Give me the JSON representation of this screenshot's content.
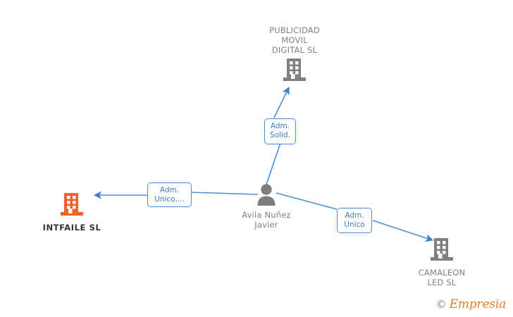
{
  "diagram": {
    "type": "relationship-graph",
    "background_color": "#ffffff",
    "accent_blue": "#4a90d9",
    "company_gray": "#808080",
    "company_orange": "#f4622a",
    "nodes": [
      {
        "id": "publicidad-movil-digital",
        "label": "PUBLICIDAD\nMOVIL\nDIGITAL SL",
        "kind": "company",
        "icon": "building-icon",
        "color": "#808080",
        "label_position": "top"
      },
      {
        "id": "intfaile",
        "label": "INTFAILE SL",
        "kind": "company",
        "icon": "building-icon",
        "color": "#f4622a",
        "label_position": "bottom"
      },
      {
        "id": "avila-nunez-javier",
        "label": "Avila Nuñez\nJavier",
        "kind": "person",
        "icon": "person-icon",
        "color": "#808080",
        "label_position": "bottom"
      },
      {
        "id": "camaleon-led",
        "label": "CAMALEON\nLED SL",
        "kind": "company",
        "icon": "building-icon",
        "color": "#808080",
        "label_position": "bottom"
      }
    ],
    "edges": [
      {
        "id": "edge-publicidad",
        "from": "avila-nunez-javier",
        "to": "publicidad-movil-digital",
        "label": "Adm.\nSolid."
      },
      {
        "id": "edge-intfaile",
        "from": "avila-nunez-javier",
        "to": "intfaile",
        "label": "Adm.\nUnico,..."
      },
      {
        "id": "edge-camaleon",
        "from": "avila-nunez-javier",
        "to": "camaleon-led",
        "label": "Adm.\nUnico"
      }
    ]
  },
  "watermark": {
    "copyright": "©",
    "brand": "Empresia"
  }
}
